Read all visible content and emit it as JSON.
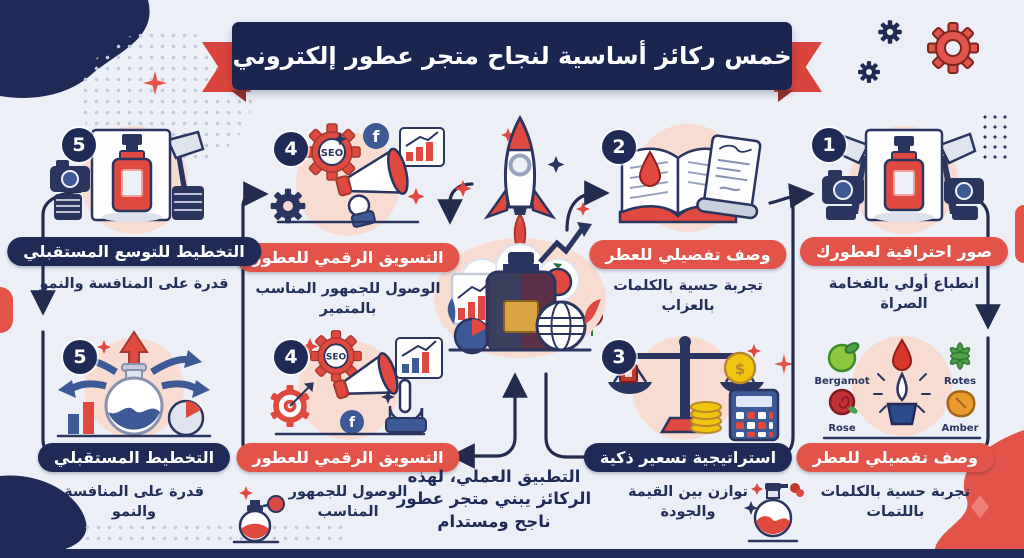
{
  "title": "خمس ركائز أساسية لنجاح متجر عطور إلكتروني",
  "center_caption": "التطبيق العملي، لهذه الركائز يبني متجر عطور ناجح ومستدام",
  "pillars": {
    "photos": {
      "number": "1",
      "label": "صور احترافية لعطورك",
      "sublabel": "انطباع أولي بالفخامة الصراة"
    },
    "description": {
      "number": "2",
      "label": "وصف تفصيلي للعطر",
      "sublabel": "تجربة حسية بالكلمات بالعزاب"
    },
    "pricing": {
      "number": "3",
      "label": "استراتيجية تسعير ذكية",
      "sublabel": "توازن بين القيمة والجودة"
    },
    "marketing_top": {
      "number": "4",
      "label": "التسويق الرقمي للعطور",
      "sublabel": "الوصول للجمهور المناسب بالمتمير"
    },
    "marketing_bottom": {
      "number": "4",
      "label": "التسويق الرقمي للعطور",
      "sublabel": "الوصول للجمهور المناسب"
    },
    "expansion_top": {
      "number": "5",
      "label": "التخطيط للتوسع المستقبلي",
      "sublabel": "قدرة على المنافسة والنمو"
    },
    "future_planning": {
      "number": "5",
      "label": "التخطيط المستقبلي",
      "sublabel": "قدرة على المنافسة والنمو"
    },
    "description_notes": {
      "label": "وصف تفصيلي للعطر",
      "sublabel": "تجربة حسية بالكلمات باللتمات"
    }
  },
  "scent_notes": {
    "top_left": "Bergamot",
    "top_right": "Rotes",
    "bottom_left": "Rose",
    "bottom_right": "Amber"
  },
  "icon_text": {
    "seo": "SEO",
    "facebook": "f",
    "dollar": "$"
  },
  "colors": {
    "navy": "#1f2b56",
    "red": "#e2544a",
    "peach": "#f8dcd2",
    "background": "#edeff6"
  }
}
